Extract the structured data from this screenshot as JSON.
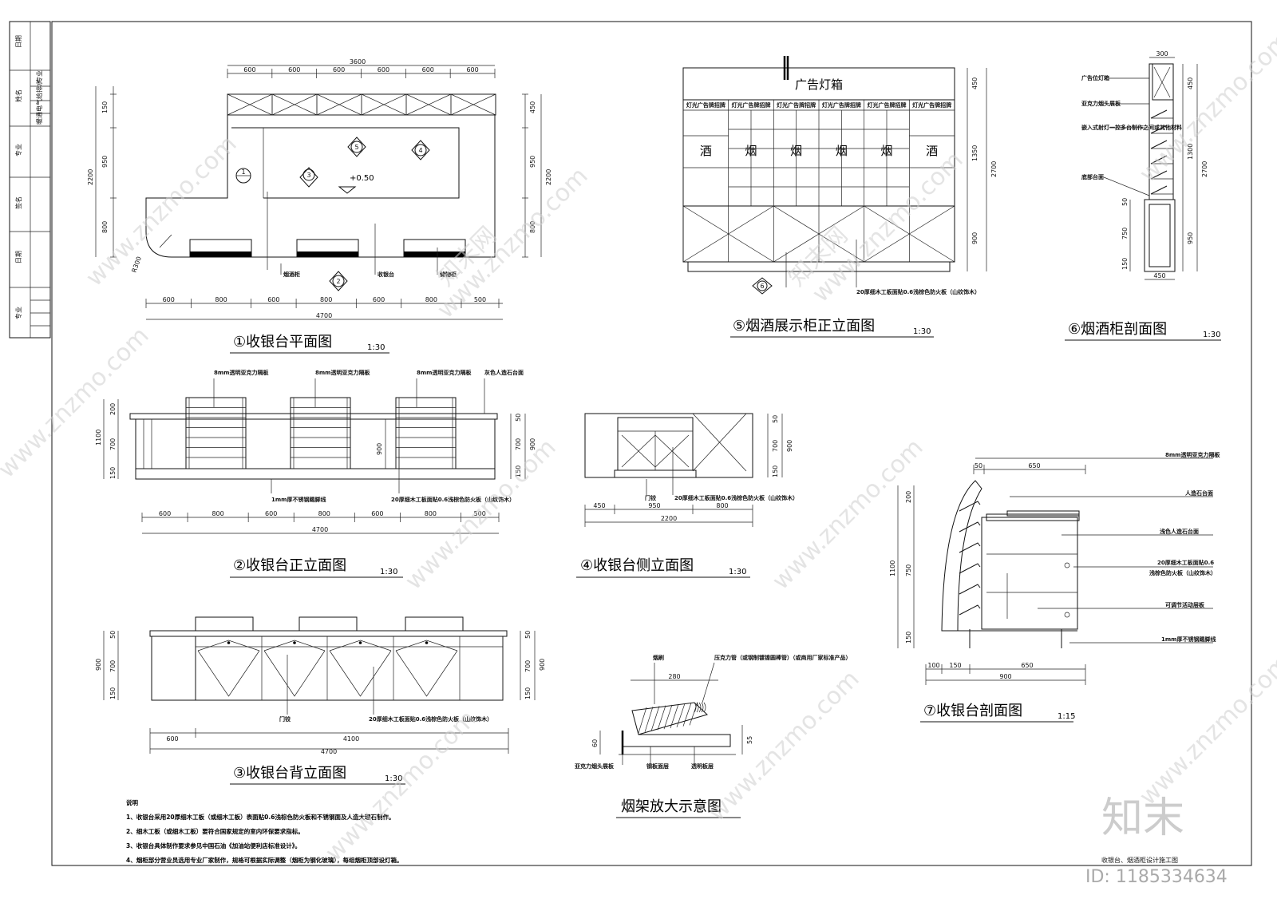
{
  "watermark": {
    "site": "www.znzmo.com",
    "brand": "知末网",
    "logo": "知末",
    "id": "ID: 1185334634"
  },
  "titleblock": {
    "cells": [
      "日期",
      "姓名",
      "专业",
      "签名",
      "日期",
      "专业",
      "签名"
    ],
    "subcells": [
      "专业",
      "给排水",
      "电气",
      "暖通"
    ]
  },
  "views": {
    "v1": {
      "title": "①收银台平面图",
      "scale": "1:30"
    },
    "v2": {
      "title": "②收银台正立面图",
      "scale": "1:30"
    },
    "v3": {
      "title": "③收银台背立面图",
      "scale": "1:30"
    },
    "v4": {
      "title": "④收银台侧立面图",
      "scale": "1:30"
    },
    "v5": {
      "title": "⑤烟酒展示柜正立面图",
      "scale": "1:30"
    },
    "v6": {
      "title": "⑥烟酒柜剖面图",
      "scale": "1:30"
    },
    "v7": {
      "title": "⑦收银台剖面图",
      "scale": "1:15"
    },
    "v8": {
      "title": "烟架放大示意图"
    }
  },
  "plan": {
    "top_total": "3600",
    "top_dims": [
      "600",
      "600",
      "600",
      "600",
      "600",
      "600"
    ],
    "bottom_total": "4700",
    "bottom_dims": [
      "600",
      "800",
      "600",
      "800",
      "600",
      "800",
      "500"
    ],
    "left_dims": [
      "150",
      "950",
      "800"
    ],
    "left_total": "2200",
    "right_dims": [
      "450",
      "950",
      "800"
    ],
    "right_total": "2200",
    "radius": "R300",
    "level": "+0.50",
    "markers": [
      "5",
      "4",
      "3",
      "2",
      "1"
    ],
    "labels": [
      "烟酒柜",
      "收银台",
      "储物柜"
    ]
  },
  "front": {
    "labels": [
      "8mm透明亚克力隔板",
      "8mm透明亚克力隔板",
      "8mm透明亚克力隔板",
      "灰色人造石台面",
      "1mm厚不锈钢踢脚线",
      "20厚细木工板面贴0.6浅棕色防火板（山纹饰木）"
    ],
    "left_dims": [
      "200",
      "700",
      "150"
    ],
    "left_total": "1100",
    "right_dims": [
      "50",
      "700",
      "150"
    ],
    "right_total": "900",
    "mid_dim": "900",
    "bottom_dims": [
      "600",
      "800",
      "600",
      "800",
      "600",
      "800",
      "500"
    ],
    "bottom_total": "4700"
  },
  "back": {
    "labels": [
      "门铰",
      "20厚细木工板面贴0.6浅棕色防火板（山纹饰木）"
    ],
    "left_dims": [
      "50",
      "700",
      "150"
    ],
    "left_total": "900",
    "right_dims": [
      "50",
      "700",
      "150"
    ],
    "right_total": "900",
    "bottom_dims": [
      "600",
      "4100"
    ],
    "bottom_total": "4700"
  },
  "side": {
    "labels": [
      "门铰",
      "20厚细木工板面贴0.6浅棕色防火板（山纹饰木）"
    ],
    "right_dims": [
      "50",
      "700",
      "150"
    ],
    "right_total": "900",
    "bottom_dims": [
      "450",
      "950",
      "800"
    ],
    "bottom_total": "2200"
  },
  "display": {
    "lightbox": "广告灯箱",
    "cells": [
      "酒",
      "烟",
      "烟",
      "烟",
      "烟",
      "酒"
    ],
    "small_label": "灯光广告牌招牌",
    "right_dims": [
      "450",
      "1350",
      "900"
    ],
    "right_total": "2700",
    "label": "20厚细木工板面贴0.6浅棕色防火板（山纹饰木）",
    "marker": "6"
  },
  "section6": {
    "labels": [
      "广告位灯箱",
      "亚克力烟头展板",
      "嵌入式射灯一控多台制作之间或其他材料",
      "底部台面"
    ],
    "top_dim": "300",
    "bottom_dim": "450",
    "right_dims": [
      "450",
      "1300",
      "950"
    ],
    "right_total": "2700",
    "left_dims": [
      "50",
      "750",
      "150"
    ]
  },
  "section7": {
    "labels": [
      "8mm透明亚克力隔板",
      "人造石台面",
      "浅色人造石台面",
      "20厚细木工板面贴0.6",
      "浅棕色防火板（山纹饰木）",
      "可调节活动层板",
      "1mm厚不锈钢踢脚线"
    ],
    "top_dims": [
      "50",
      "650"
    ],
    "left_dims": [
      "200",
      "750",
      "150"
    ],
    "left_total": "1100",
    "bottom_dims": [
      "100",
      "150",
      "650"
    ],
    "bottom_total": "900"
  },
  "rack": {
    "labels": [
      "烟刷",
      "压克力管（或钢制镀镍圆棒管）（或商用厂家标准产品）",
      "亚克力烟头展板",
      "钢板面层",
      "透明板层"
    ],
    "top_dim": "280",
    "left_dim": "60",
    "right_dim": "55"
  },
  "notes": {
    "heading": "说明",
    "lines": [
      "1、收银台采用20厚细木工板（或细木工板）表面贴0.6浅棕色防火板和不锈钢面及人造大理石制作。",
      "2、细木工板（或细木工板）要符合国家规定的室内环保要求指标。",
      "3、收银台具体制作要求参见中国石油《加油站便利店标准设计》。",
      "4、烟柜部分营业员选用专业厂家制作，规格可根据实际调整（烟柜为钢化玻璃），每组烟柜顶部设灯箱。"
    ]
  },
  "corner_text": "收银台、烟酒柜设计施工图"
}
